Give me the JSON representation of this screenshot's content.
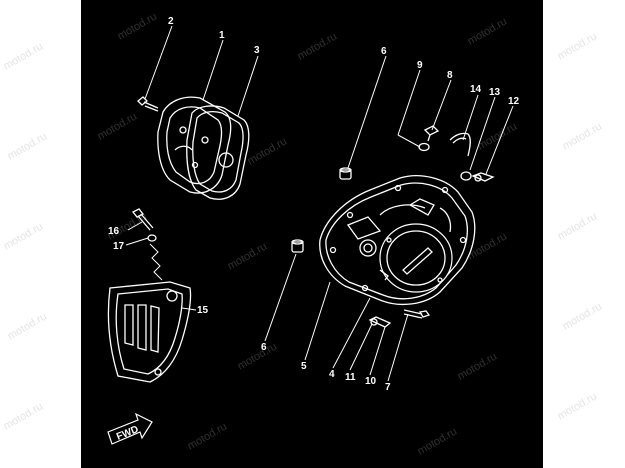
{
  "watermark": "motod.ru",
  "fwd_label": "FWD",
  "callouts": [
    "1",
    "2",
    "3",
    "4",
    "5",
    "6",
    "6",
    "7",
    "8",
    "9",
    "10",
    "11",
    "12",
    "13",
    "14",
    "15",
    "16",
    "17"
  ],
  "colors": {
    "background": "#000000",
    "margin": "#ffffff",
    "ink": "#ffffff"
  }
}
